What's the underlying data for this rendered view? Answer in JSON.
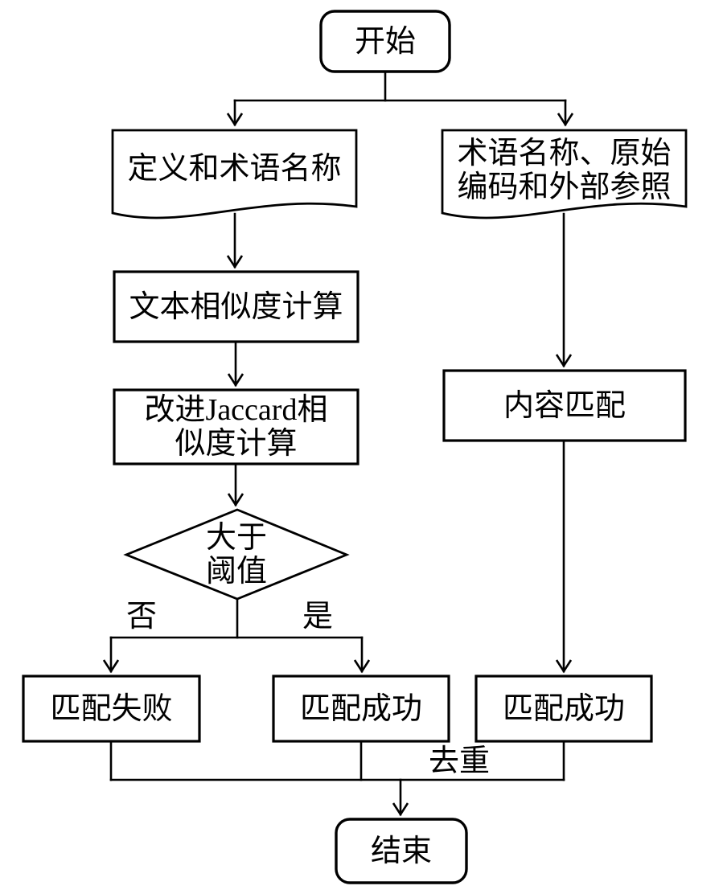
{
  "diagram": {
    "colors": {
      "stroke": "#000000",
      "background": "#ffffff"
    },
    "nodes": {
      "start": {
        "type": "terminator",
        "label": "开始"
      },
      "doc_left": {
        "type": "document",
        "label": "定义和术语名称"
      },
      "doc_right": {
        "type": "document",
        "lines": [
          "术语名称、原始",
          "编码和外部参照"
        ]
      },
      "text_similarity": {
        "type": "process",
        "label": "文本相似度计算"
      },
      "jaccard": {
        "type": "process",
        "lines": [
          "改进Jaccard相",
          "似度计算"
        ]
      },
      "threshold": {
        "type": "decision",
        "lines": [
          "大于",
          "阈值"
        ]
      },
      "match_fail": {
        "type": "process",
        "label": "匹配失败"
      },
      "match_success_left": {
        "type": "process",
        "label": "匹配成功"
      },
      "content_match": {
        "type": "process",
        "label": "内容匹配"
      },
      "match_success_right": {
        "type": "process",
        "label": "匹配成功"
      },
      "end": {
        "type": "terminator",
        "label": "结束"
      }
    },
    "edge_labels": {
      "no": "否",
      "yes": "是",
      "dedup": "去重"
    }
  }
}
